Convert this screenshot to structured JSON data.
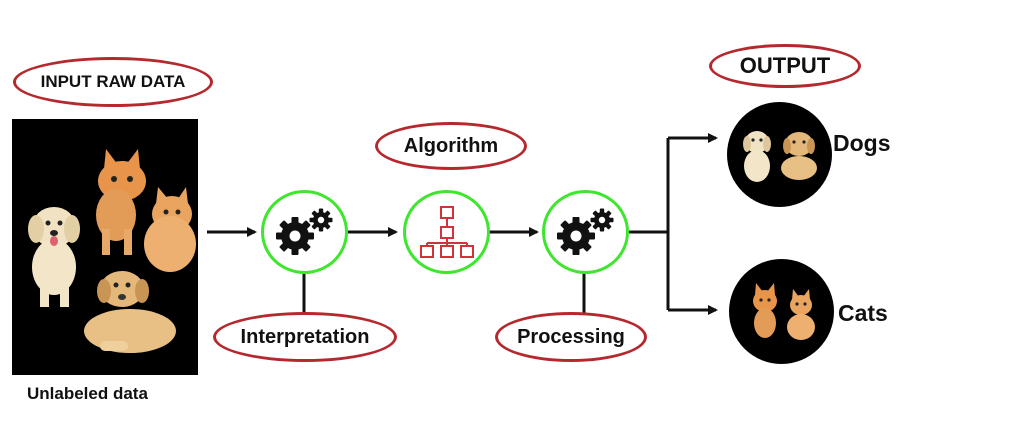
{
  "input_label": "INPUT RAW DATA",
  "input_caption": "Unlabeled data",
  "algorithm_label": "Algorithm",
  "interpretation_label": "Interpretation",
  "processing_label": "Processing",
  "output_label": "OUTPUT",
  "output_dogs": "Dogs",
  "output_cats": "Cats",
  "colors": {
    "pill_border": "#b5292e",
    "node_border": "#3ee62e",
    "algorithm_icon": "#d0343a",
    "arrow": "#111111"
  },
  "icons": {
    "interpretation_node": "gears-icon",
    "algorithm_node": "hierarchy-icon",
    "processing_node": "gears-icon"
  }
}
